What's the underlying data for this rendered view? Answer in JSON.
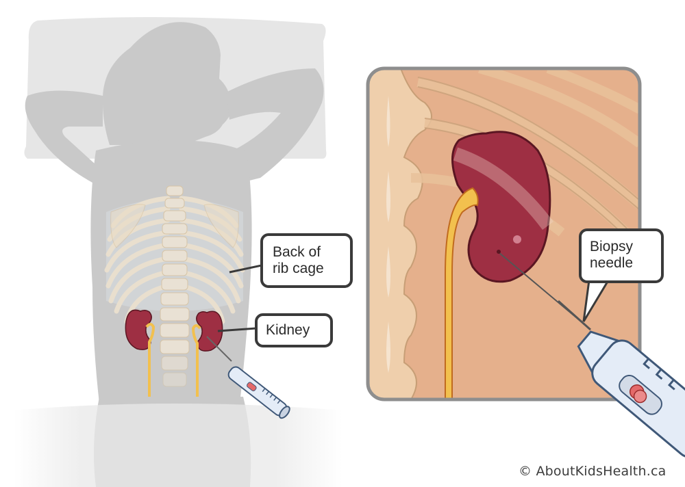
{
  "illustration": {
    "subject": "Kidney biopsy — patient lying face down",
    "colors": {
      "background": "#ffffff",
      "pillow": "#e6e6e6",
      "silhouette": "#c8c8c8",
      "bone": "#efe6d6",
      "bone_outline": "#d9c4a0",
      "kidney": "#9e2f43",
      "kidney_outline": "#5a1622",
      "ureter": "#f2c04e",
      "ureter_outline": "#c06a1e",
      "tissue": "#e5b08c",
      "tissue_dark": "#d49d7a",
      "panel_border": "#8e8e8e",
      "device_body": "#e4ecf7",
      "device_outline": "#3f5878",
      "device_window": "#e46a6a",
      "callout_border": "#3a3a3a"
    }
  },
  "labels": {
    "ribcage": {
      "line1": "Back of",
      "line2": "rib cage"
    },
    "kidney": {
      "line1": "Kidney"
    },
    "needle": {
      "line1": "Biopsy",
      "line2": "needle"
    }
  },
  "footer": {
    "copyright": "© AboutKidsHealth.ca"
  }
}
